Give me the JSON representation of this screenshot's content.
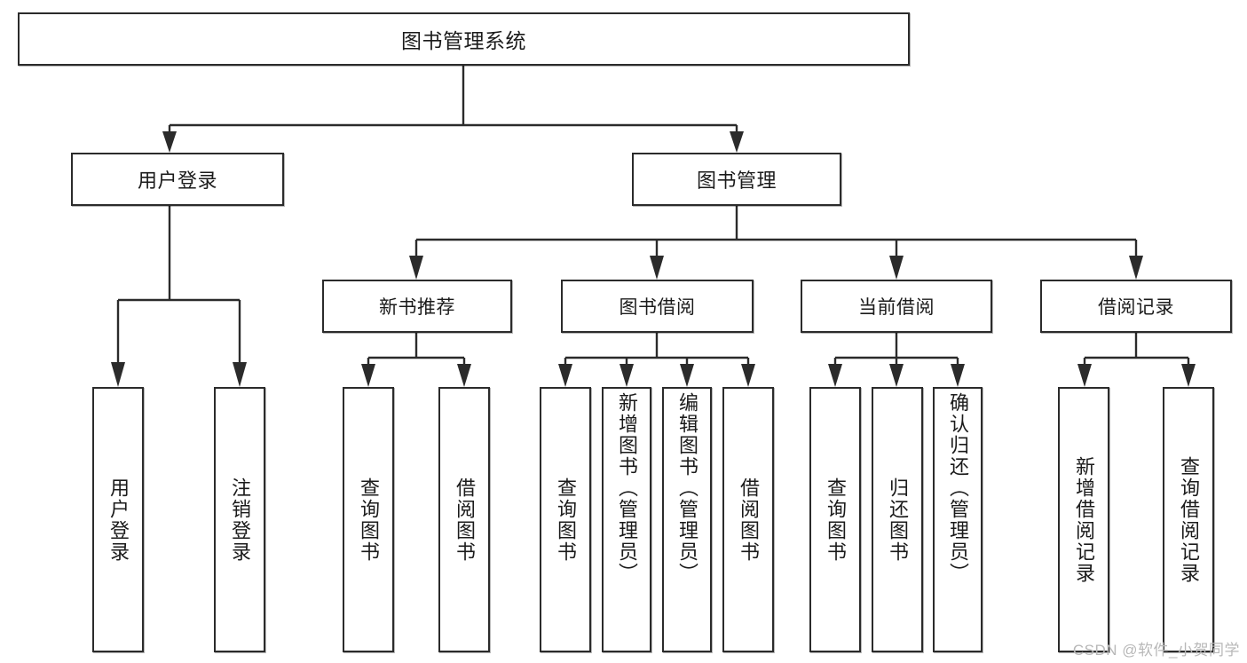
{
  "diagram": {
    "title": "图书管理系统",
    "type": "tree",
    "watermark": "CSDN @软件_小贺同学",
    "colors": {
      "box_border": "#2b2b2b",
      "box_fill": "#ffffff",
      "edge": "#2b2b2b",
      "text": "#1b1b1b",
      "watermark": "#b8b8b8"
    },
    "nodes": {
      "root": {
        "label": "图书管理系统"
      },
      "level2": [
        {
          "id": "user-login",
          "label": "用户登录"
        },
        {
          "id": "book-management",
          "label": "图书管理"
        }
      ],
      "level3": [
        {
          "id": "new-book-recommend",
          "label": "新书推荐"
        },
        {
          "id": "book-borrow",
          "label": "图书借阅"
        },
        {
          "id": "current-borrow",
          "label": "当前借阅"
        },
        {
          "id": "borrow-record",
          "label": "借阅记录"
        }
      ],
      "leaves": {
        "user-login": [
          {
            "id": "leaf-user-login",
            "label": "用户登录"
          },
          {
            "id": "leaf-user-logout",
            "label": "注销登录"
          }
        ],
        "new-book-recommend": [
          {
            "id": "leaf-query-book-1",
            "label": "查询图书"
          },
          {
            "id": "leaf-borrow-book-1",
            "label": "借阅图书"
          }
        ],
        "book-borrow": [
          {
            "id": "leaf-query-book-2",
            "label": "查询图书"
          },
          {
            "id": "leaf-add-book",
            "label": "新增图书（管理员）"
          },
          {
            "id": "leaf-edit-book",
            "label": "编辑图书（管理员）"
          },
          {
            "id": "leaf-borrow-book-2",
            "label": "借阅图书"
          }
        ],
        "current-borrow": [
          {
            "id": "leaf-query-book-3",
            "label": "查询图书"
          },
          {
            "id": "leaf-return-book",
            "label": "归还图书"
          },
          {
            "id": "leaf-confirm-return",
            "label": "确认归还（管理员）"
          }
        ],
        "borrow-record": [
          {
            "id": "leaf-add-record",
            "label": "新增借阅记录"
          },
          {
            "id": "leaf-query-record",
            "label": "查询借阅记录"
          }
        ]
      }
    }
  }
}
